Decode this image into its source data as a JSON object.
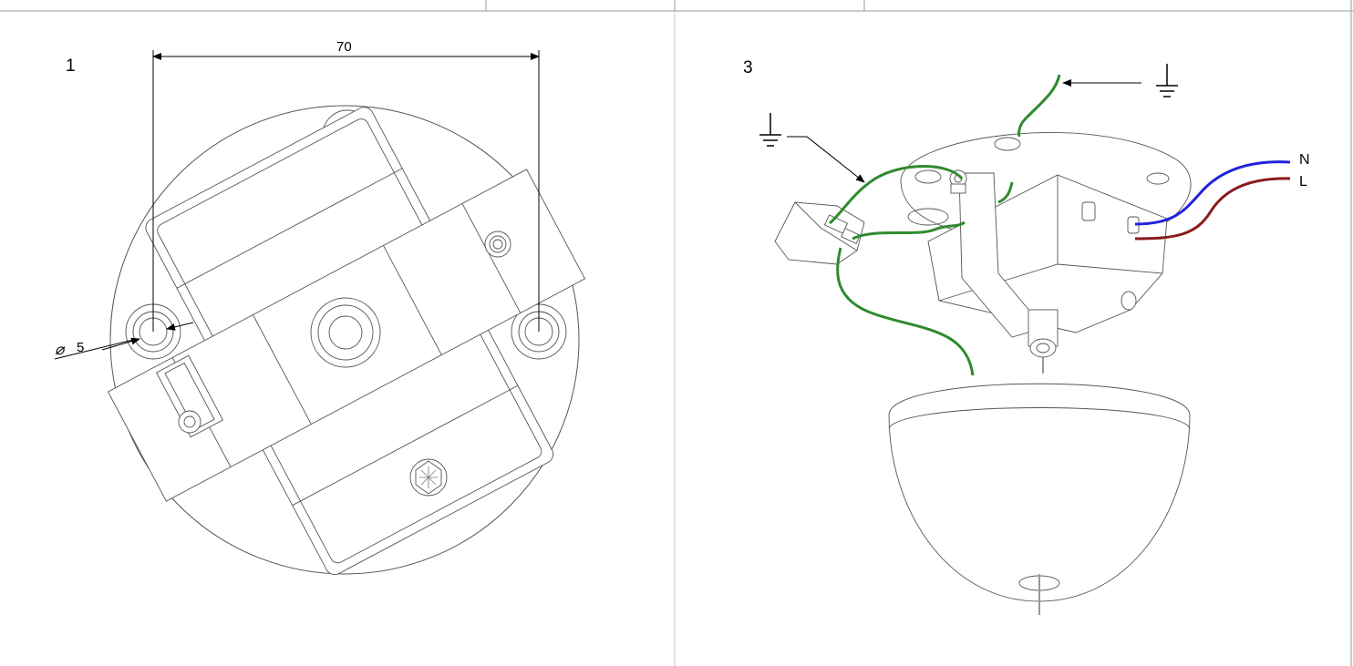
{
  "colors": {
    "earth_wire": "#2e8b2e",
    "neutral_wire": "#2222dd",
    "live_wire": "#8b1a1a",
    "outline": "#555555"
  },
  "panel_1": {
    "step_number": "1",
    "dimension_width": "70",
    "dimension_diameter_symbol": "⌀",
    "dimension_diameter_value": "5"
  },
  "panel_3": {
    "step_number": "3",
    "neutral_label": "N",
    "live_label": "L",
    "earth_symbol_icons": [
      "earth-ground-icon",
      "earth-ground-icon"
    ]
  }
}
